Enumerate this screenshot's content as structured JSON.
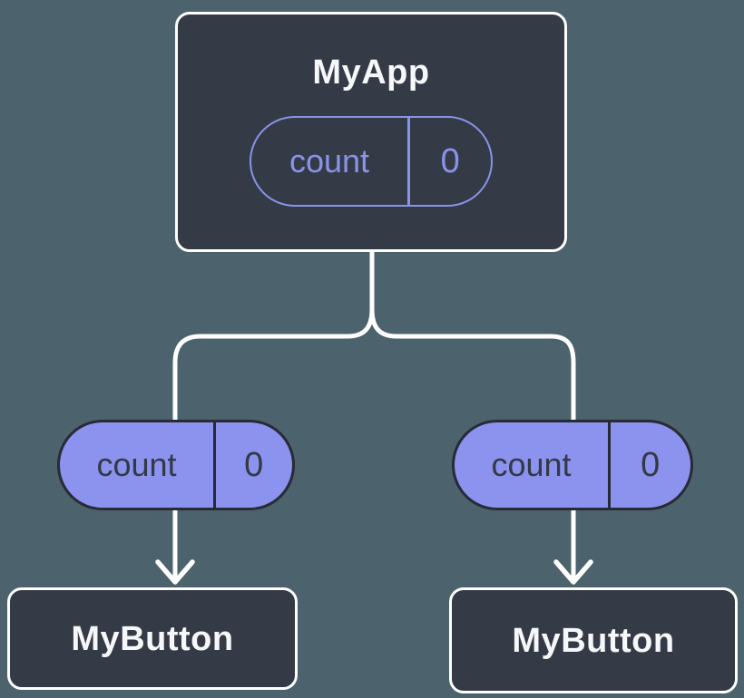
{
  "colors": {
    "background": "#4c626d",
    "node_fill": "#343b47",
    "node_border": "#ffffff",
    "accent_purple": "#8a93e9",
    "prop_pill_fill": "#8b93ee",
    "pill_dark_text": "#333945",
    "connector": "#ffffff",
    "title_text": "#f6f7f9"
  },
  "root_node": {
    "title": "MyApp",
    "state_pill": {
      "key": "count",
      "value": "0"
    }
  },
  "prop_pills": {
    "left": {
      "key": "count",
      "value": "0"
    },
    "right": {
      "key": "count",
      "value": "0"
    }
  },
  "child_nodes": {
    "left": {
      "title": "MyButton"
    },
    "right": {
      "title": "MyButton"
    }
  }
}
